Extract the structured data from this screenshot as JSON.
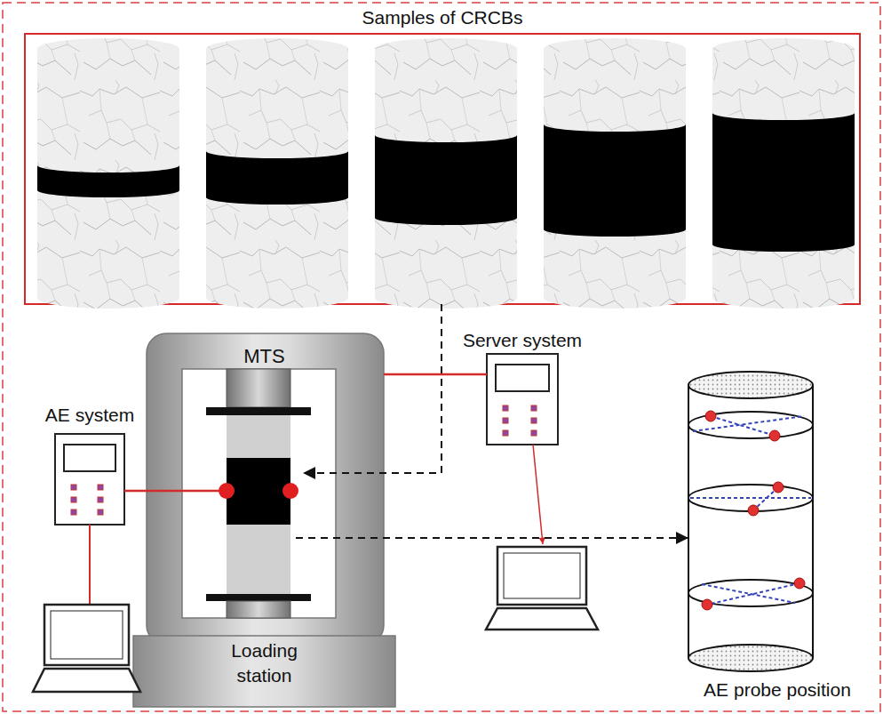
{
  "diagram": {
    "nodes": [
      {
        "text": [
          "Samples of CRCBs"
        ]
      },
      {
        "text": [
          "AE system"
        ]
      },
      {
        "text": [
          "MTS",
          "Loading station"
        ]
      },
      {
        "text": [
          "Server system"
        ]
      },
      {
        "text": [
          "AE probe position"
        ]
      }
    ],
    "edges": [
      {
        "from": 0,
        "to": 2,
        "arrow": "to"
      },
      {
        "from": 1,
        "to": 2,
        "arrow": "none"
      },
      {
        "from": 2,
        "to": 3,
        "arrow": "none"
      },
      {
        "from": 2,
        "to": 4,
        "arrow": "to"
      }
    ]
  }
}
